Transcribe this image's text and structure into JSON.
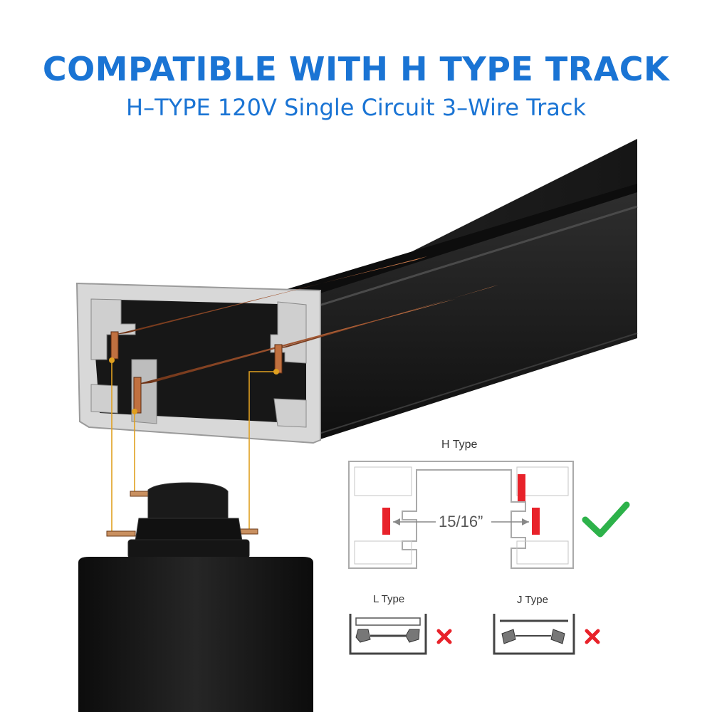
{
  "header": {
    "title": "COMPATIBLE WITH H TYPE TRACK",
    "subtitle": "H–TYPE 120V Single Circuit 3–Wire Track"
  },
  "diagram": {
    "h_type": {
      "label": "H Type",
      "dimension": "15/16”",
      "status_icon": "check-icon"
    },
    "l_type": {
      "label": "L Type",
      "status_icon": "x-icon"
    },
    "j_type": {
      "label": "J Type",
      "status_icon": "x-icon"
    }
  },
  "colors": {
    "title": "#1a74d4",
    "accent_red": "#e8222a",
    "check_green": "#2db24a",
    "track_black": "#1b1b1b",
    "copper": "#b0653a",
    "leader_gold": "#e0a020",
    "diagram_line": "#aaaaaa"
  }
}
